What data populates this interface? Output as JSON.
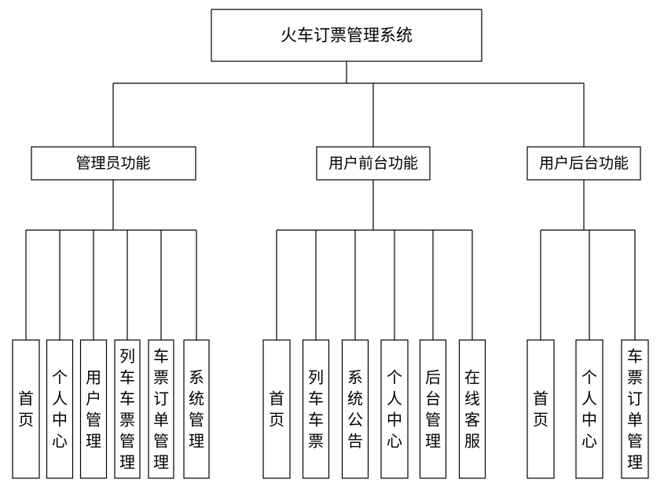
{
  "root": {
    "label": "火车订票管理系统"
  },
  "groups": [
    {
      "label": "管理员功能",
      "items": [
        "首页",
        "个人中心",
        "用户管理",
        "列车车票管理",
        "车票订单管理",
        "系统管理"
      ]
    },
    {
      "label": "用户前台功能",
      "items": [
        "首页",
        "列车车票",
        "系统公告",
        "个人中心",
        "后台管理",
        "在线客服"
      ]
    },
    {
      "label": "用户后台功能",
      "items": [
        "首页",
        "个人中心",
        "车票订单管理"
      ]
    }
  ]
}
